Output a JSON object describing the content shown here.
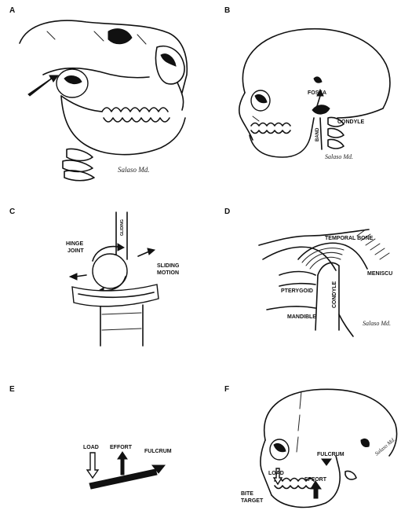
{
  "panels": {
    "A": {
      "letter": "A",
      "signature": "Salaso Md."
    },
    "B": {
      "letter": "B",
      "labels": {
        "fossa": "FOSSA",
        "condyle": "CONDYLE",
        "band": "BAND"
      },
      "signature": "Salaso Md."
    },
    "C": {
      "letter": "C",
      "labels": {
        "hinge": "HINGE",
        "joint": "JOINT",
        "sliding": "SLIDING",
        "motion": "MOTION",
        "gliding": "GLIDING"
      }
    },
    "D": {
      "letter": "D",
      "labels": {
        "temporal_bone": "TEMPORAL BONE",
        "meniscus": "MENISCU",
        "pterygoid": "PTERYGOID",
        "condyle": "CONDYLE",
        "mandible": "MANDIBLE"
      },
      "signature": "Salaso Md."
    },
    "E": {
      "letter": "E",
      "labels": {
        "load": "LOAD",
        "effort": "EFFORT",
        "fulcrum": "FULCRUM"
      }
    },
    "F": {
      "letter": "F",
      "labels": {
        "fulcrum": "FULCRUM",
        "load": "LOAD",
        "effort": "EFFORT",
        "bite": "BITE",
        "target": "TARGET"
      },
      "signature": "Salaso Md."
    }
  },
  "colors": {
    "ink": "#111111",
    "background": "#ffffff"
  }
}
